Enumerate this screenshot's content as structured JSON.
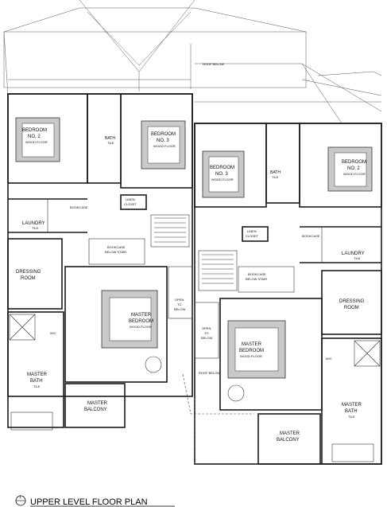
{
  "title": "UPPER LEVEL FLOOR PLAN",
  "drawing_number": "1",
  "notes": {
    "roof_below_top": "ROOF BELOW",
    "roof_below_mid": "ROOF BELOW"
  },
  "unit_a": {
    "bedroom2": {
      "line1": "BEDROOM",
      "line2": "NO. 2",
      "line3": "WOOD FLOOR"
    },
    "bedroom3": {
      "line1": "BEDROOM",
      "line2": "NO. 3",
      "line3": "WOOD FLOOR"
    },
    "bath": {
      "line1": "BATH",
      "line2": "TILE"
    },
    "linen": {
      "line1": "LINEN",
      "line2": "CLOSET"
    },
    "bookcase": "BOOKCASE",
    "laundry": {
      "line1": "LAUNDRY",
      "line2": "TILE"
    },
    "bookcase_below": {
      "line1": "BOOKCASE",
      "line2": "BELOW STAIR"
    },
    "dressing": {
      "line1": "DRESSING",
      "line2": "ROOM"
    },
    "master_bedroom": {
      "line1": "MASTER",
      "line2": "BEDROOM",
      "line3": "WOOD FLOOR"
    },
    "open_below": {
      "line1": "OPEN",
      "line2": "TO",
      "line3": "BELOW"
    },
    "wc": "W/C",
    "master_bath": {
      "line1": "MASTER",
      "line2": "BATH",
      "line3": "TILE"
    },
    "master_balcony": {
      "line1": "MASTER",
      "line2": "BALCONY"
    }
  },
  "unit_b": {
    "bedroom3": {
      "line1": "BEDROOM",
      "line2": "NO. 3",
      "line3": "WOOD FLOOR"
    },
    "bedroom2": {
      "line1": "BEDROOM",
      "line2": "NO. 2",
      "line3": "WOOD FLOOR"
    },
    "bath": {
      "line1": "BATH",
      "line2": "TILE"
    },
    "linen": {
      "line1": "LINEN",
      "line2": "CLOSET"
    },
    "bookcase": "BOOKCASE",
    "laundry": {
      "line1": "LAUNDRY",
      "line2": "TILE"
    },
    "bookcase_below": {
      "line1": "BOOKCASE",
      "line2": "BELOW STAIR"
    },
    "dressing": {
      "line1": "DRESSING",
      "line2": "ROOM"
    },
    "master_bedroom": {
      "line1": "MASTER",
      "line2": "BEDROOM",
      "line3": "WOOD FLOOR"
    },
    "open_below": {
      "line1": "OPEN",
      "line2": "TO",
      "line3": "BELOW"
    },
    "wc": "W/C",
    "master_bath": {
      "line1": "MASTER",
      "line2": "BATH",
      "line3": "TILE"
    },
    "master_balcony": {
      "line1": "MASTER",
      "line2": "BALCONY"
    }
  }
}
